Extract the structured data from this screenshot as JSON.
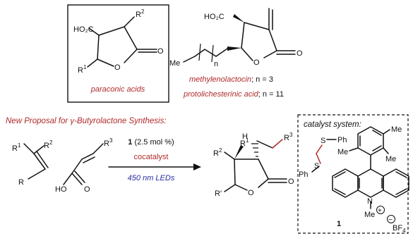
{
  "paraconic": {
    "co2h": "HO₂C",
    "r_letter": "R",
    "r1_sub": "1",
    "r2_sub": "2",
    "carbonyl_o": "O",
    "ring_o": "O",
    "caption": "paraconic acids"
  },
  "methylenolactocin": {
    "co2h": "HO₂C",
    "carbonyl_o": "O",
    "ring_o": "O",
    "me": "Me",
    "n": "n",
    "name1": "methylenolactocin",
    "n1": "; n = 3",
    "name2": "protolichesterinic acid",
    "n2": "; n = 11"
  },
  "proposal": {
    "heading": "New Proposal for γ-Butyrolactone Synthesis:"
  },
  "alkene": {
    "r_letter": "R",
    "r1_sub": "1",
    "r2_sub": "2"
  },
  "acrylic": {
    "r_letter": "R",
    "r3_sub": "3",
    "ho": "HO",
    "o": "O"
  },
  "conditions": {
    "cat_num": "1",
    "loading": " (2.5 mol %)",
    "cocatalyst": "cocatalyst",
    "light": "450 nm LEDs"
  },
  "product": {
    "h": "H",
    "r_letter": "R",
    "r1_sub": "1",
    "r2_sub": "2",
    "r3_sub": "3",
    "carbonyl_o": "O",
    "ring_o": "O",
    "r_prime": "R′"
  },
  "catalyst": {
    "title": "catalyst system:",
    "s": "S",
    "ph": "Ph",
    "me": "Me",
    "n": "N",
    "plus": "+",
    "minus": "−",
    "number": "1",
    "bf": "BF",
    "bf_sub": "4"
  }
}
